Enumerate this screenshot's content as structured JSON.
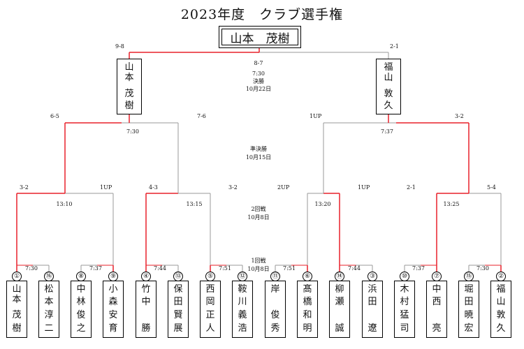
{
  "title": "2023年度　クラブ選手権",
  "champion": "山本　茂樹",
  "rounds": {
    "final": {
      "time": "7:30",
      "name": "決勝",
      "date": "10月22日",
      "score": "8-7"
    },
    "semi": {
      "name": "準決勝",
      "date": "10月15日"
    },
    "second": {
      "name": "2回戦",
      "date": "10月8日"
    },
    "first": {
      "name": "1回戦",
      "date": "10月8日"
    }
  },
  "finalists": [
    {
      "name": [
        "山",
        "本",
        "茂",
        "樹"
      ],
      "score": "9-8"
    },
    {
      "name": [
        "福",
        "山",
        "敦",
        "久"
      ],
      "score": "2-1"
    }
  ],
  "semis": [
    {
      "time": "7:30",
      "left_score": "6-5",
      "right_score": "7-6"
    },
    {
      "time": "7:37",
      "left_score": "1UP",
      "right_score": "3-2"
    }
  ],
  "quarters": [
    {
      "time": "13:10",
      "left_score": "3-2",
      "right_score": "1UP"
    },
    {
      "time": "13:15",
      "left_score": "4-3",
      "right_score": "3-2"
    },
    {
      "time": "13:20",
      "left_score": "2UP",
      "right_score": "1UP"
    },
    {
      "time": "13:25",
      "left_score": "2-1",
      "right_score": "5-4"
    }
  ],
  "first_round_times": [
    "7:30",
    "7:37",
    "7:44",
    "7:51",
    "7:51",
    "7:44",
    "7:37",
    "7:30"
  ],
  "players": [
    {
      "seed": "①",
      "name": [
        "山",
        "本",
        "",
        "茂",
        "樹"
      ]
    },
    {
      "seed": "⑯",
      "name": [
        "松",
        "本",
        "淳",
        "二"
      ]
    },
    {
      "seed": "⑧",
      "name": [
        "中",
        "林",
        "俊",
        "之"
      ]
    },
    {
      "seed": "⑨",
      "name": [
        "小",
        "森",
        "安",
        "育"
      ]
    },
    {
      "seed": "④",
      "name": [
        "竹",
        "中",
        "",
        "勝"
      ]
    },
    {
      "seed": "⑬",
      "name": [
        "保",
        "田",
        "賢",
        "展"
      ]
    },
    {
      "seed": "⑤",
      "name": [
        "西",
        "岡",
        "正",
        "人"
      ]
    },
    {
      "seed": "⑫",
      "name": [
        "鞍",
        "川",
        "義",
        "浩"
      ]
    },
    {
      "seed": "⑪",
      "name": [
        "岸",
        "",
        "俊",
        "秀"
      ]
    },
    {
      "seed": "⑥",
      "name": [
        "髙",
        "橋",
        "和",
        "明"
      ]
    },
    {
      "seed": "⑭",
      "name": [
        "柳",
        "瀬",
        "",
        "誠"
      ]
    },
    {
      "seed": "③",
      "name": [
        "浜",
        "田",
        "",
        "遼"
      ]
    },
    {
      "seed": "⑩",
      "name": [
        "木",
        "村",
        "猛",
        "司"
      ]
    },
    {
      "seed": "⑦",
      "name": [
        "中",
        "西",
        "",
        "亮"
      ]
    },
    {
      "seed": "⑮",
      "name": [
        "堀",
        "田",
        "暁",
        "宏"
      ]
    },
    {
      "seed": "②",
      "name": [
        "福",
        "山",
        "敦",
        "久"
      ]
    }
  ],
  "colors": {
    "winner_line": "#e8202a",
    "loser_line": "#999999",
    "text": "#111111"
  }
}
